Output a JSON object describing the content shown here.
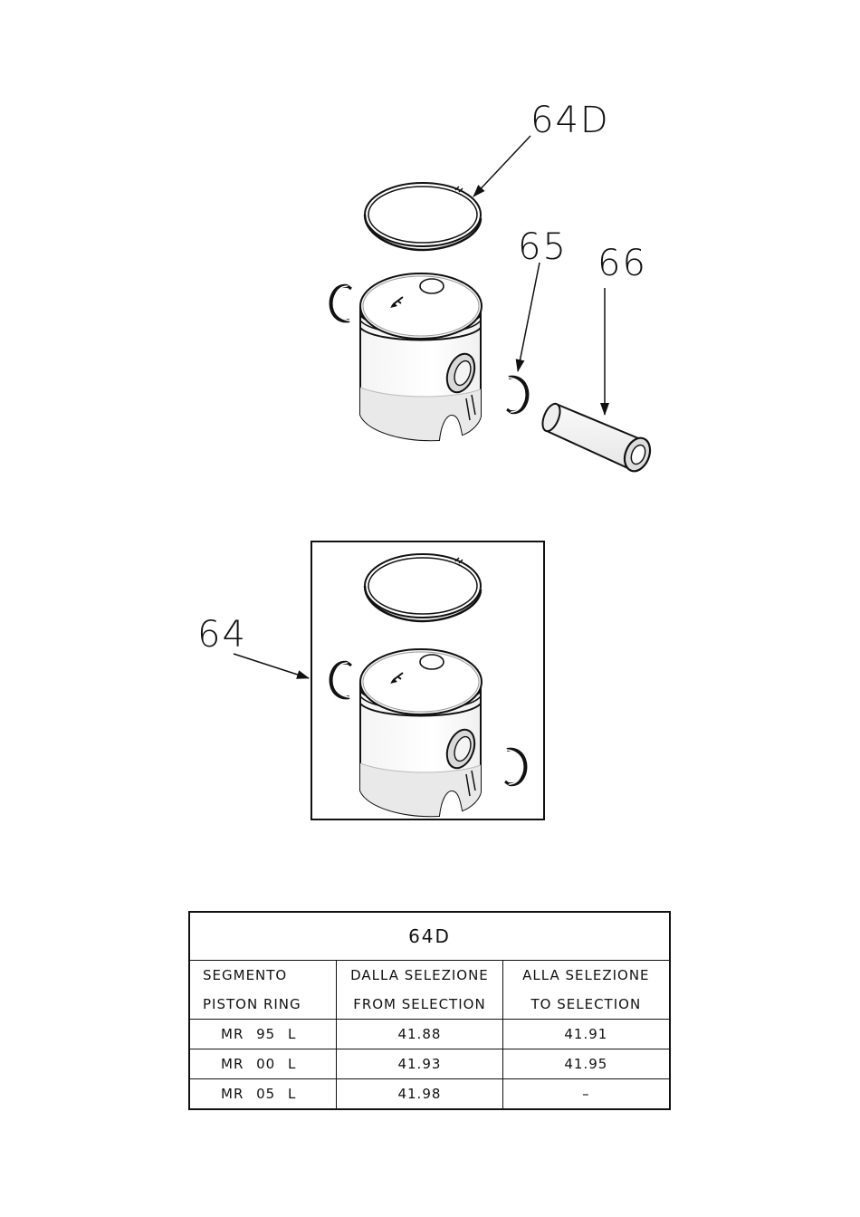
{
  "callouts": {
    "ring": "64D",
    "circlip": "65",
    "pin": "66",
    "kit": "64"
  },
  "table": {
    "title": "64D",
    "headers_it": [
      "SEGMENTO",
      "DALLA SELEZIONE",
      "ALLA SELEZIONE"
    ],
    "headers_en": [
      "PISTON RING",
      "FROM SELECTION",
      "TO SELECTION"
    ],
    "rows": [
      {
        "code": "MR 95 L",
        "from": "41.88",
        "to": "41.91"
      },
      {
        "code": "MR 00 L",
        "from": "41.93",
        "to": "41.95"
      },
      {
        "code": "MR 05 L",
        "from": "41.98",
        "to": "–"
      }
    ]
  }
}
